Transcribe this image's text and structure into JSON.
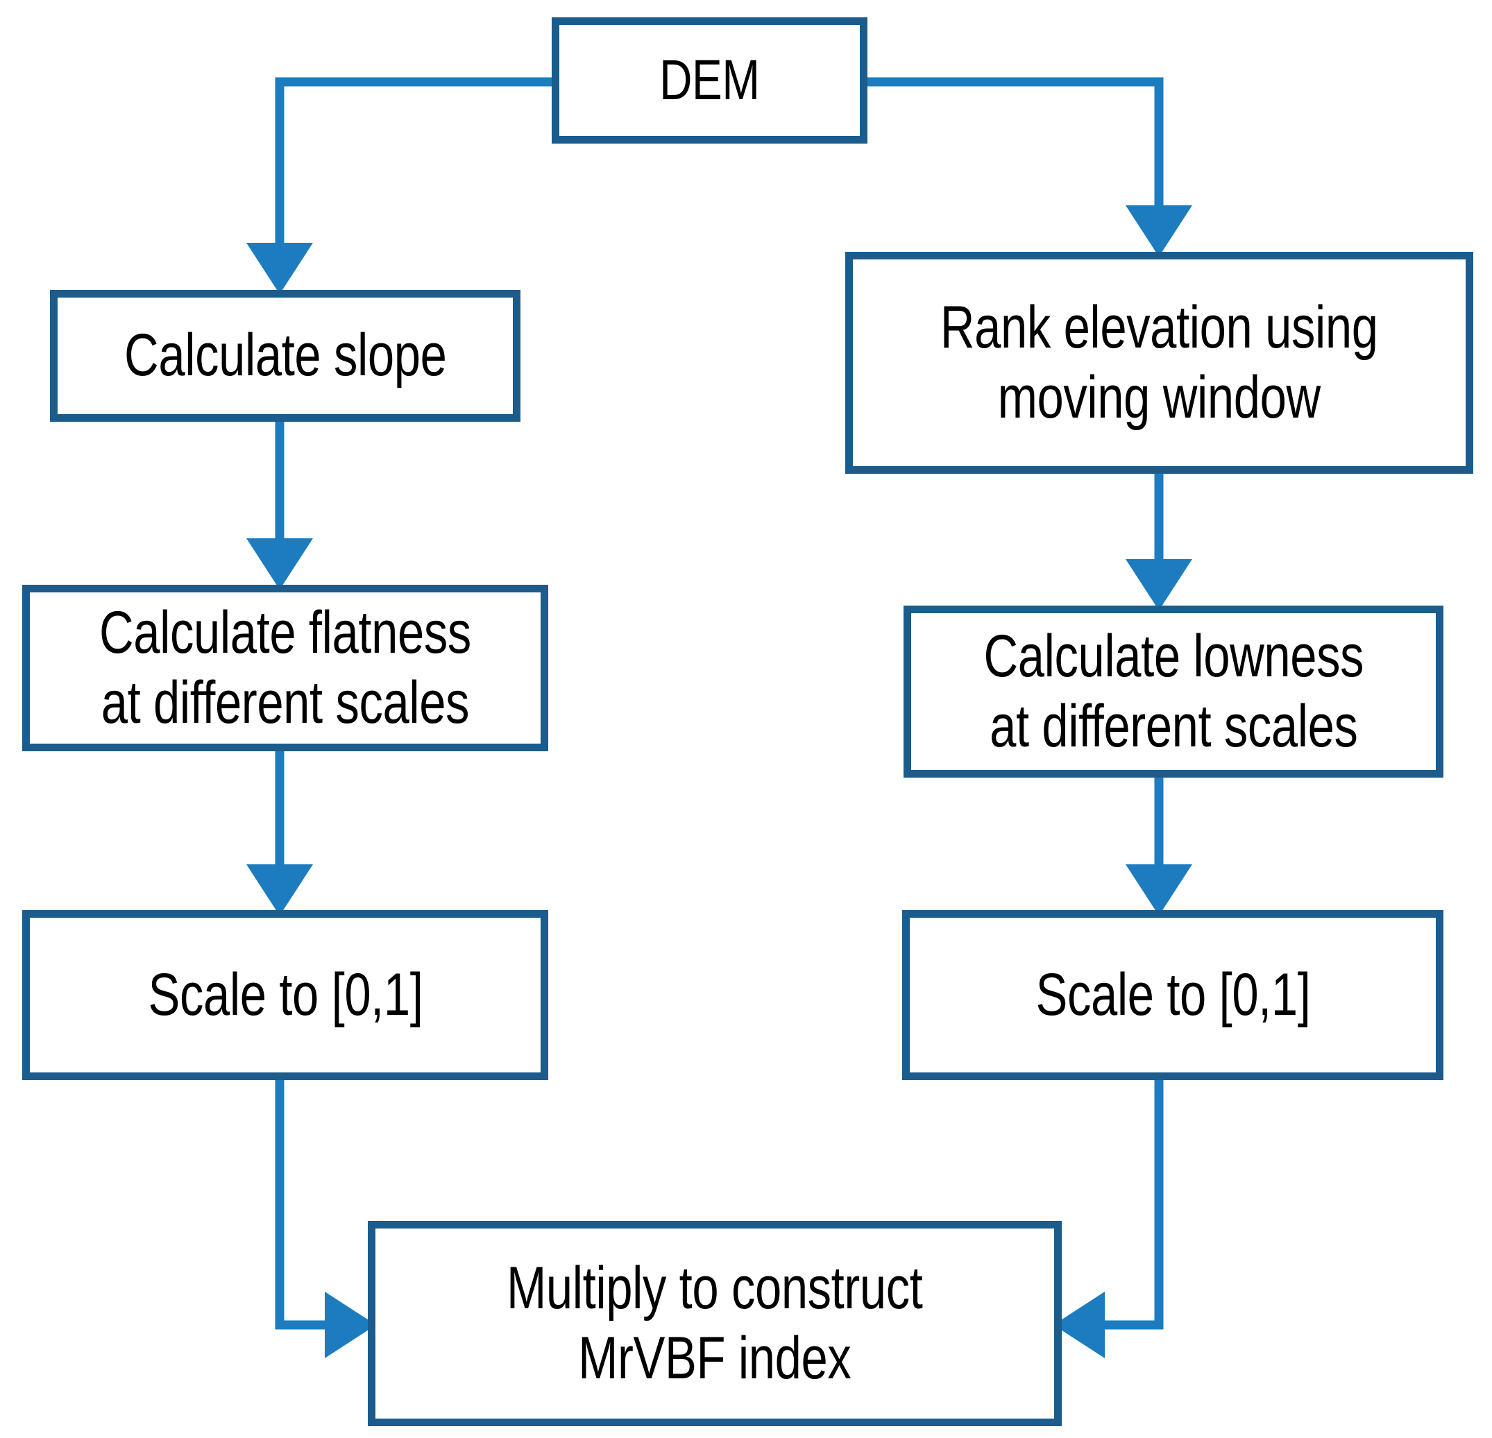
{
  "diagram": {
    "type": "flowchart",
    "title": "MrVBF index computation workflow",
    "colors": {
      "box_border": "#1B5C8C",
      "connector": "#1C7CBF",
      "box_fill": "#FFFFFF",
      "text": "#000000"
    },
    "nodes": [
      {
        "id": "dem",
        "label": "DEM"
      },
      {
        "id": "slope",
        "label": "Calculate slope"
      },
      {
        "id": "rank",
        "label": "Rank elevation using\nmoving window"
      },
      {
        "id": "flatness",
        "label": "Calculate flatness\nat different scales"
      },
      {
        "id": "lowness",
        "label": "Calculate lowness\nat different scales"
      },
      {
        "id": "scale_left",
        "label": "Scale to [0,1]"
      },
      {
        "id": "scale_right",
        "label": "Scale to [0,1]"
      },
      {
        "id": "multiply",
        "label": "Multiply to construct\nMrVBF index"
      }
    ],
    "edges": [
      {
        "from": "dem",
        "to": "slope",
        "style": "elbow-left-down-arrow"
      },
      {
        "from": "dem",
        "to": "rank",
        "style": "elbow-right-down-arrow"
      },
      {
        "from": "slope",
        "to": "flatness",
        "style": "straight-down-arrow"
      },
      {
        "from": "rank",
        "to": "lowness",
        "style": "straight-down-arrow"
      },
      {
        "from": "flatness",
        "to": "scale_left",
        "style": "straight-down-arrow"
      },
      {
        "from": "lowness",
        "to": "scale_right",
        "style": "straight-down-arrow"
      },
      {
        "from": "scale_left",
        "to": "multiply",
        "style": "elbow-down-right-arrow"
      },
      {
        "from": "scale_right",
        "to": "multiply",
        "style": "elbow-down-left-arrow"
      }
    ]
  }
}
